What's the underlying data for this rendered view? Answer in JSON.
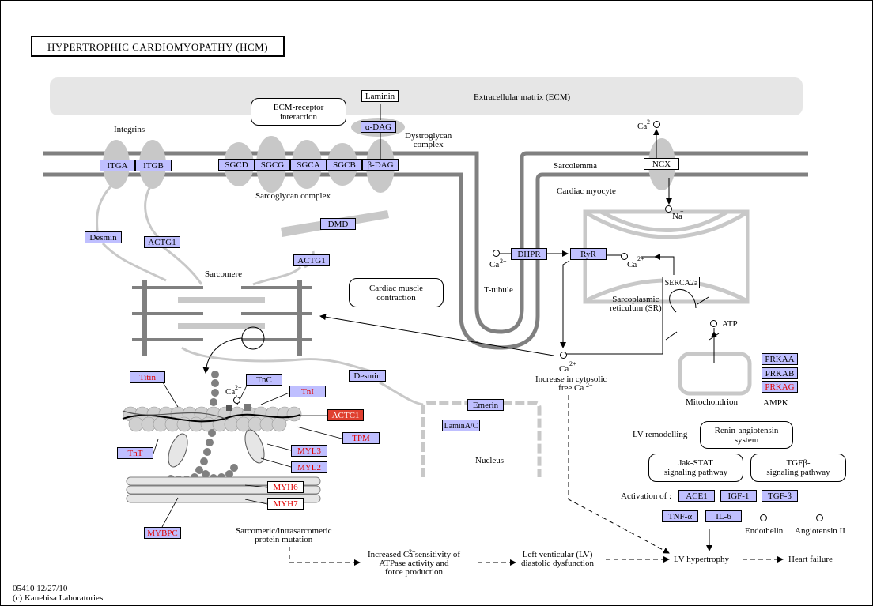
{
  "title": "HYPERTROPHIC CARDIOMYOPATHY (HCM)",
  "footer": {
    "code": "05410 12/27/10",
    "copyright": "(c) Kanehisa Laboratories"
  },
  "labels": {
    "ecm": "Extracellular matrix (ECM)",
    "integrins": "Integrins",
    "dystroglycan": "Dystroglycan\ncomplex",
    "sarcolemma": "Sarcolemma",
    "cardiac_myocyte": "Cardiac myocyte",
    "sarcoglycan": "Sarcoglycan complex",
    "sarcomere": "Sarcomere",
    "t_tubule": "T-tubule",
    "sr": "Sarcoplasmic\nreticulum (SR)",
    "mitochondrion": "Mitochondrion",
    "ampk": "AMPK",
    "nucleus": "Nucleus",
    "lv_remodelling": "LV remodelling",
    "activation_of": "Activation of :",
    "endothelin": "Endothelin",
    "angiotensin": "Angiotensin II",
    "ca_increase": "Increase in cytosolic\nfree Ca",
    "sarcomeric_mutation": "Sarcomeric/intrasarcomeric\nprotein mutation",
    "increased_ca_sens": "Increased Ca     sensitivity of\nATPase activity and\nforce production",
    "lv_dysfunction": "Left venticular (LV)\ndiastolic dysfunction",
    "lv_hypertrophy": "LV hypertrophy",
    "heart_failure": "Heart failure",
    "atp": "ATP",
    "ca": "Ca",
    "na": "Na",
    "sup_2plus": "2+",
    "sup_plus": "+"
  },
  "maps": {
    "ecm_receptor": "ECM-receptor\ninteraction",
    "cardiac_contraction": "Cardiac muscle\ncontraction",
    "renin": "Renin-angiotensin\nsystem",
    "jak_stat": "Jak-STAT\nsignaling pathway",
    "tgfb": "TGFβ-\nsignaling pathway"
  },
  "genes": {
    "laminin": "Laminin",
    "adag": "α-DAG",
    "bdag": "β-DAG",
    "itga": "ITGA",
    "itgb": "ITGB",
    "sgcd": "SGCD",
    "sgcg": "SGCG",
    "sgca": "SGCA",
    "sgcb": "SGCB",
    "ncx": "NCX",
    "desmin1": "Desmin",
    "actg1a": "ACTG1",
    "dmd": "DMD",
    "actg1b": "ACTG1",
    "dhpr": "DHPR",
    "ryr": "RyR",
    "serca2a": "SERCA2a",
    "titin": "Titin",
    "tnc": "TnC",
    "tni": "TnI",
    "desmin2": "Desmin",
    "actc1": "ACTC1",
    "tpm": "TPM",
    "tnt": "TnT",
    "myl3": "MYL3",
    "myl2": "MYL2",
    "myh6": "MYH6",
    "myh7": "MYH7",
    "mybpc": "MYBPC",
    "emerin": "Emerin",
    "laminac": "LaminA/C",
    "prkaa": "PRKAA",
    "prkab": "PRKAB",
    "prkag": "PRKAG",
    "ace1": "ACE1",
    "igf1": "IGF-1",
    "tgfb": "TGF-β",
    "tnfa": "TNF-α",
    "il6": "IL-6"
  },
  "colors": {
    "gene_fill": "#bfbfff",
    "disease_gene_text": "#e00000",
    "highlight_fill": "#e04030",
    "membrane_gray": "#808080",
    "protein_gray": "#c8c8c8",
    "ecm_fill": "#e6e6e6"
  }
}
